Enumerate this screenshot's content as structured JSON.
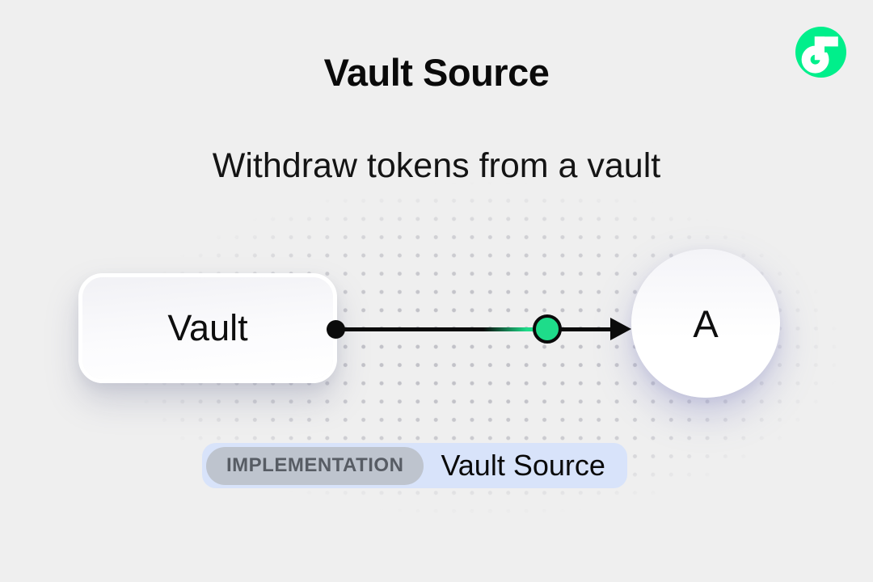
{
  "page": {
    "bg_color": "#efefef"
  },
  "logo": {
    "name": "flow-logo",
    "circle_color": "#00EF8B",
    "notch_color": "#00EF8B"
  },
  "header": {
    "title": "Vault Source",
    "subtitle": "Withdraw tokens from a vault"
  },
  "diagram": {
    "source_node": {
      "label": "Vault"
    },
    "target_node": {
      "label": "A"
    },
    "edge": {
      "line_color": "#0b0b0b",
      "token_color": "#1edc8a",
      "direction": "left-to-right"
    }
  },
  "badge": {
    "tag": "IMPLEMENTATION",
    "label": "Vault Source",
    "bg_color": "#d8e3fa",
    "tag_bg_color": "#bec4ce"
  }
}
